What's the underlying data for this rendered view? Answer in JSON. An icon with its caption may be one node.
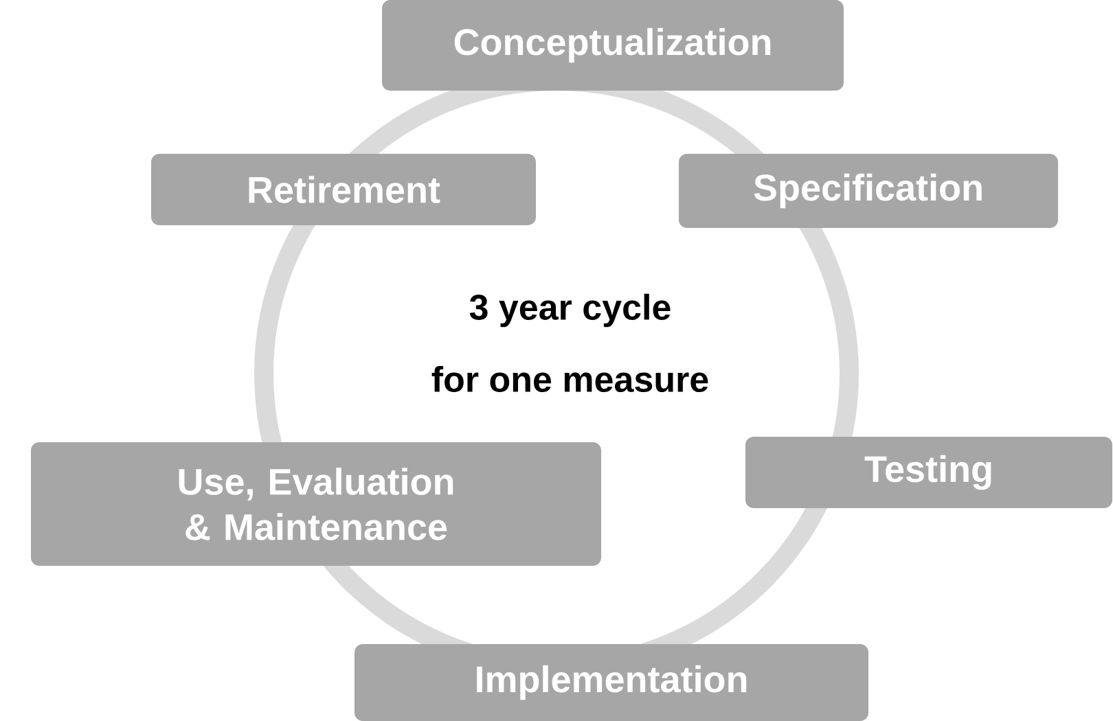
{
  "diagram": {
    "nodes": [
      {
        "text": [
          "Conceptualization"
        ]
      },
      {
        "text": [
          "Specification"
        ]
      },
      {
        "text": [
          "Testing"
        ]
      },
      {
        "text": [
          "Implementation"
        ]
      },
      {
        "text": [
          "Use, Evaluation & Maintenance"
        ]
      },
      {
        "text": [
          "Retirement"
        ]
      }
    ],
    "labels": [
      "3 year cycle",
      "for one measure"
    ]
  }
}
